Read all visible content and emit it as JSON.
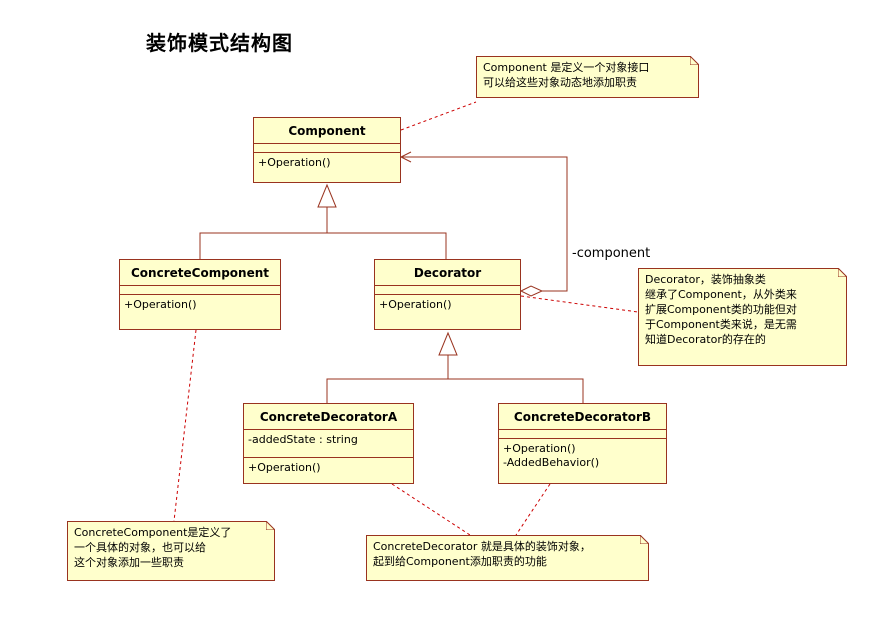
{
  "title": "装饰模式结构图",
  "classes": {
    "component": {
      "name": "Component",
      "ops": [
        "+Operation()"
      ]
    },
    "concrete_component": {
      "name": "ConcreteComponent",
      "ops": [
        "+Operation()"
      ]
    },
    "decorator": {
      "name": "Decorator",
      "ops": [
        "+Operation()"
      ]
    },
    "concrete_decorator_a": {
      "name": "ConcreteDecoratorA",
      "attrs": [
        "-addedState : string"
      ],
      "ops": [
        "+Operation()"
      ]
    },
    "concrete_decorator_b": {
      "name": "ConcreteDecoratorB",
      "ops": [
        "+Operation()",
        "-AddedBehavior()"
      ]
    }
  },
  "association_label": "-component",
  "notes": {
    "component": [
      "Component 是定义一个对象接口",
      "可以给这些对象动态地添加职责"
    ],
    "decorator": [
      "Decorator，装饰抽象类",
      "继承了Component，从外类来",
      "扩展Component类的功能但对",
      "于Component类来说，是无需",
      "知道Decorator的存在的"
    ],
    "concrete_component": [
      "ConcreteComponent是定义了",
      "一个具体的对象，也可以给",
      "这个对象添加一些职责"
    ],
    "concrete_decorator": [
      "ConcreteDecorator 就是具体的装饰对象，",
      "起到给Component添加职责的功能"
    ]
  },
  "colors": {
    "box_fill": "#ffffcc",
    "box_border": "#99331f",
    "line": "#99331f"
  }
}
